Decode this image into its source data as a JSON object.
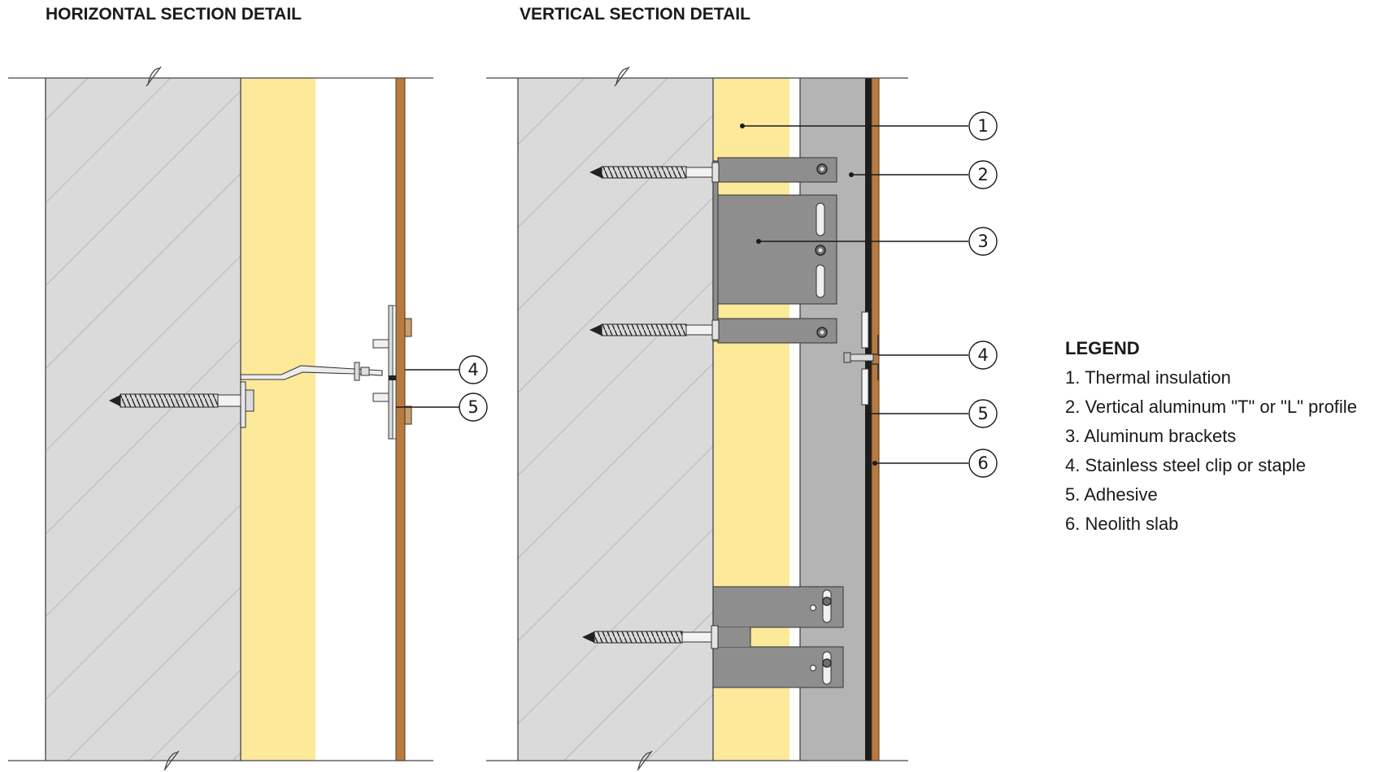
{
  "headings": {
    "horizontal": "HORIZONTAL SECTION DETAIL",
    "vertical": "VERTICAL SECTION DETAIL"
  },
  "horizontal_callouts": [
    "4",
    "5"
  ],
  "vertical_callouts": [
    "1",
    "2",
    "3",
    "4",
    "5",
    "6"
  ],
  "legend": {
    "title": "LEGEND",
    "items": [
      "1. Thermal insulation",
      "2. Vertical aluminum \"T\" or \"L\" profile",
      "3. Aluminum brackets",
      "4. Stainless steel clip or staple",
      "5. Adhesive",
      "6. Neolith slab"
    ]
  },
  "colors": {
    "concrete": "#dadada",
    "insulation": "#fde99a",
    "profile": "#b4b4b4",
    "bracket": "#8e8e8e",
    "slab": "#b87a3f",
    "adhesive": "#1c1c1c",
    "ink": "#1a1a1a"
  }
}
